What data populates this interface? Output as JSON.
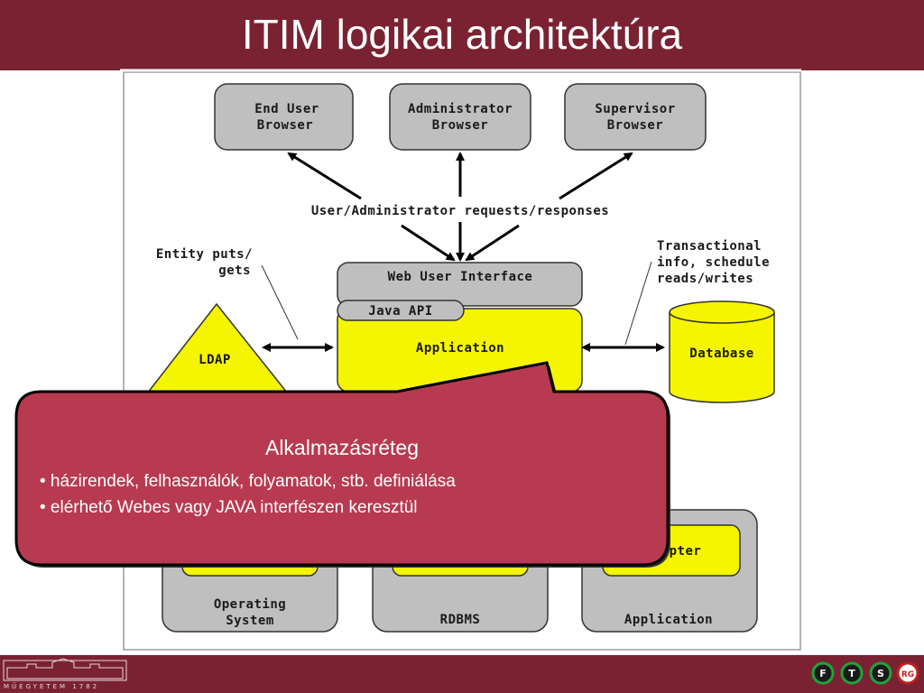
{
  "slide": {
    "title": "ITIM logikai architektúra"
  },
  "diagram": {
    "end_user_browser": [
      "End User",
      "Browser"
    ],
    "administrator_browser": [
      "Administrator",
      "Browser"
    ],
    "supervisor_browser": [
      "Supervisor",
      "Browser"
    ],
    "requests_label": "User/Administrator requests/responses",
    "entity_label": [
      "Entity puts/",
      "gets"
    ],
    "transactional_label": [
      "Transactional",
      "info, schedule",
      "reads/writes"
    ],
    "web_user_interface": "Web User Interface",
    "java_api": "Java API",
    "application": "Application",
    "ldap": "LDAP",
    "database": "Database",
    "operating_system": [
      "Operating",
      "System"
    ],
    "rdbms": "RDBMS",
    "adapter_partial": "apter",
    "application_bottom": "Application"
  },
  "callout": {
    "title": "Alkalmazásréteg",
    "bullets": [
      "• házirendek, felhasználók, folyamatok, stb. definiálása",
      "• elérhető Webes vagy JAVA interfészen keresztül"
    ]
  },
  "footer": {
    "university_text": "MŰEGYETEM 1782",
    "badges": [
      "F",
      "T",
      "S",
      "RG"
    ]
  },
  "colors": {
    "brand": "#7a2232",
    "callout_fill": "#b83a50",
    "box_gray": "#bfbfbf",
    "box_yellow": "#f5f500"
  }
}
